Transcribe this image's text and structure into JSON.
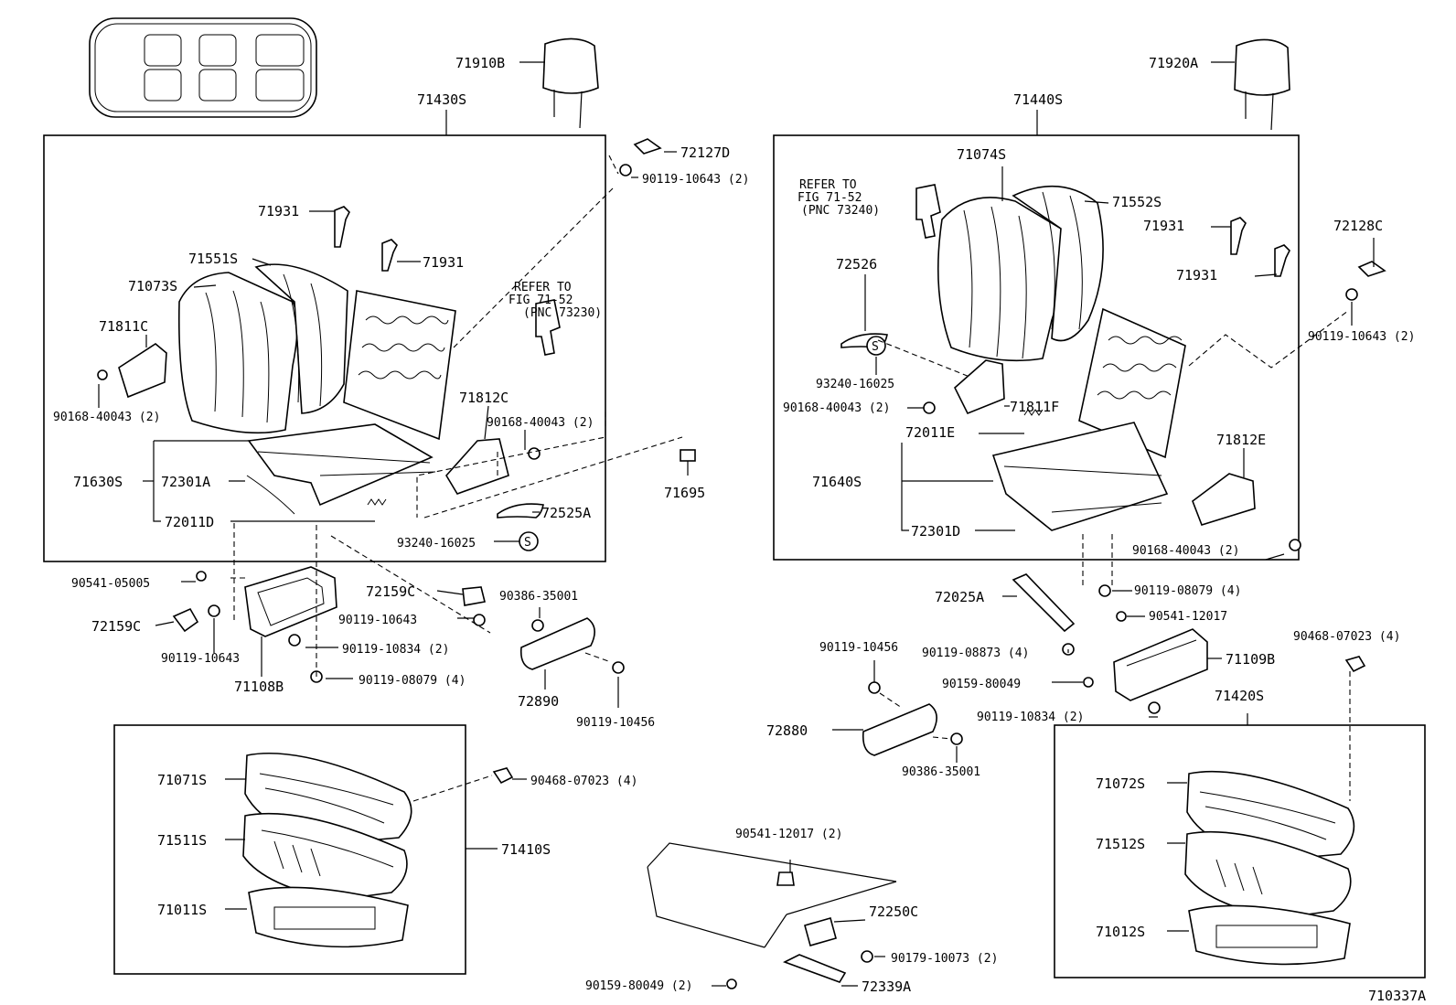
{
  "diagram_id": "710337A",
  "labels": {
    "p71910B": "71910B",
    "p71920A": "71920A",
    "p71430S": "71430S",
    "p71440S": "71440S",
    "p72127D": "72127D",
    "p90119_10643_2a": "90119-10643 (2)",
    "p71931a": "71931",
    "p71931b": "71931",
    "p71551S": "71551S",
    "p71073S": "71073S",
    "p71811C": "71811C",
    "p90168_40043_2a": "90168-40043 (2)",
    "refer_a1": "REFER TO",
    "refer_a2": "FIG 71-52",
    "refer_a3": "(PNC 73230)",
    "p71812C": "71812C",
    "p90168_40043_2b": "90168-40043 (2)",
    "p71630S": "71630S",
    "p72301A": "72301A",
    "p72011D": "72011D",
    "p71695": "71695",
    "p72525A": "72525A",
    "p93240_16025a": "93240-16025",
    "s_a": "S",
    "p90541_05005": "90541-05005",
    "p72159C_a": "72159C",
    "p72159C_b": "72159C",
    "p90119_10643_a": "90119-10643",
    "p90119_10643_b": "90119-10643",
    "p90119_10834_2a": "90119-10834 (2)",
    "p71108B": "71108B",
    "p90119_08079_4a": "90119-08079 (4)",
    "p90386_35001a": "90386-35001",
    "p72890": "72890",
    "p90119_10456a": "90119-10456",
    "p71071S": "71071S",
    "p71511S": "71511S",
    "p71011S": "71011S",
    "p71410S": "71410S",
    "p90468_07023_4a": "90468-07023 (4)",
    "p71074S": "71074S",
    "refer_b1": "REFER TO",
    "refer_b2": "FIG 71-52",
    "refer_b3": "(PNC 73240)",
    "p71552S": "71552S",
    "p71931c": "71931",
    "p71931d": "71931",
    "p72128C": "72128C",
    "p72526": "72526",
    "s_b": "S",
    "p93240_16025b": "93240-16025",
    "p90168_40043_2c": "90168-40043 (2)",
    "p71811F": "71811F",
    "p90119_10643_2b": "90119-10643 (2)",
    "p72011E": "72011E",
    "p71640S": "71640S",
    "p72301D": "72301D",
    "p71812E": "71812E",
    "p90168_40043_2d": "90168-40043 (2)",
    "p72025A": "72025A",
    "p90119_08079_4b": "90119-08079 (4)",
    "p90541_12017": "90541-12017",
    "p90119_10456b": "90119-10456",
    "p90119_08873_4": "90119-08873 (4)",
    "p71109B": "71109B",
    "p90468_07023_4b": "90468-07023 (4)",
    "p90159_80049a": "90159-80049",
    "p90119_10834_2b": "90119-10834 (2)",
    "p71420S": "71420S",
    "p72880": "72880",
    "p90386_35001b": "90386-35001",
    "p71072S": "71072S",
    "p71512S": "71512S",
    "p71012S": "71012S",
    "p90541_12017_2": "90541-12017 (2)",
    "p72250C": "72250C",
    "p90179_10073_2": "90179-10073 (2)",
    "p90159_80049_2": "90159-80049 (2)",
    "p72339A": "72339A"
  }
}
